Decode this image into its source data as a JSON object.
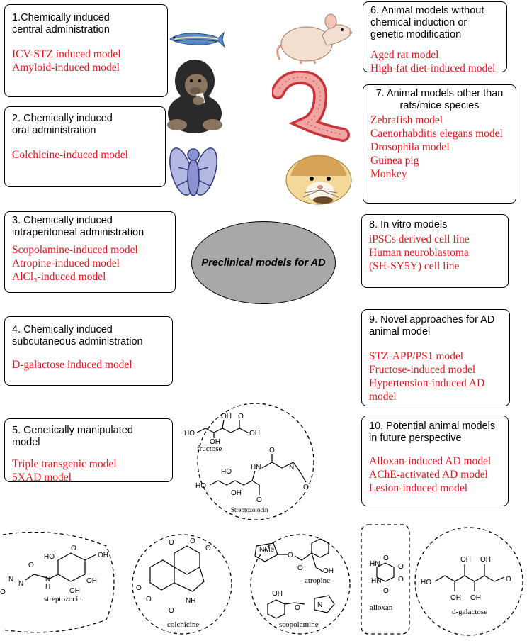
{
  "center": {
    "label": "Preclinical models for AD"
  },
  "boxes": [
    {
      "title": "1.Chemically induced central administration",
      "items": [
        "ICV-STZ induced model",
        "Amyloid-induced model"
      ]
    },
    {
      "title": "2. Chemically induced oral administration",
      "items": [
        "Colchicine-induced model"
      ]
    },
    {
      "title": "3. Chemically induced intraperitoneal administration",
      "items": [
        "Scopolamine-induced model",
        "Atropine-induced model",
        "AlCl₃-induced model"
      ]
    },
    {
      "title": "4. Chemically induced subcutaneous administration",
      "items": [
        "D-galactose induced model"
      ]
    },
    {
      "title": "5. Genetically manipulated model",
      "items": [
        "Triple transgenic model",
        "5XAD model"
      ]
    },
    {
      "title": "6. Animal models without chemical induction or genetic modification",
      "items": [
        "Aged rat model",
        "High-fat diet-induced model"
      ]
    },
    {
      "title": "7. Animal models other than rats/mice species",
      "items": [
        "Zebrafish model",
        "Caenorhabditis elegans model",
        "Drosophila model",
        "Guinea pig",
        "Monkey"
      ]
    },
    {
      "title": "8. In vitro models",
      "items": [
        "iPSCs derived cell line",
        "Human neuroblastoma (SH-SY5Y) cell line"
      ]
    },
    {
      "title": "9. Novel approaches for AD animal model",
      "items": [
        "STZ-APP/PS1 model",
        "Fructose-induced model",
        "Hypertension-induced AD model"
      ]
    },
    {
      "title": "10. Potential animal models in future perspective",
      "items": [
        "Alloxan-induced AD model",
        "AChE-activated AD model",
        "Lesion-induced model"
      ]
    }
  ],
  "molecules": {
    "fructose": "fructose",
    "streptozotocin_upper": "Streptozotocin",
    "streptozocin": "streptozocin",
    "colchicine": "colchicine",
    "atropine": "atropine",
    "scopolamine": "scopolamine",
    "alloxan": "alloxan",
    "d_galactose": "d-galactose"
  },
  "atoms": {
    "oh": "OH",
    "ho": "HO",
    "o": "O",
    "n": "N",
    "nh": "NH",
    "h": "H",
    "hn": "HN",
    "nme": "NMe"
  },
  "animals": [
    "zebrafish-icon",
    "rat-icon",
    "monkey-icon",
    "worm-icon",
    "fly-icon",
    "guinea-pig-icon"
  ]
}
